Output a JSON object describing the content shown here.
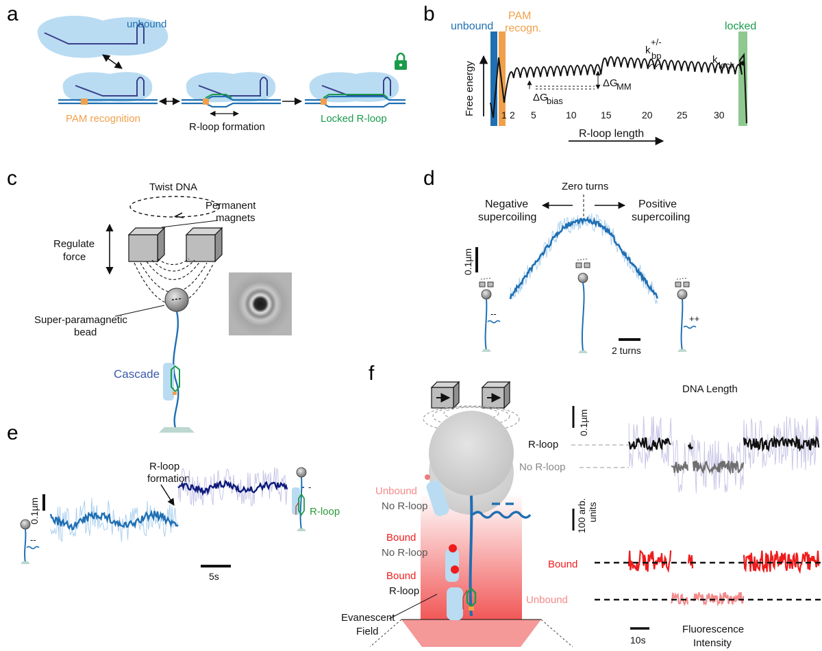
{
  "panels": [
    "a",
    "b",
    "c",
    "d",
    "e",
    "f"
  ],
  "a": {
    "unbound": "unbound",
    "pam": "PAM recognition",
    "rloop": "R-loop formation",
    "locked": "Locked R-loop"
  },
  "b": {
    "unbound": "unbound",
    "pam_line1": "PAM",
    "pam_line2": "recogn.",
    "locked": "locked",
    "kbp_base": "k",
    "kbp_sub": "bp",
    "kbp_sup": "+/-",
    "klock_base": "k",
    "klock_sub": "lock",
    "dgmm_base": "ΔG",
    "dgmm_sub": "MM",
    "dgbias_base": "ΔG",
    "dgbias_sub": "bias",
    "ylabel": "Free energy",
    "xlabel": "R-loop length",
    "ticks": [
      "1",
      "2",
      "5",
      "10",
      "15",
      "20",
      "25",
      "30"
    ]
  },
  "c": {
    "twist": "Twist DNA",
    "magnets_1": "Permanent",
    "magnets_2": "magnets",
    "force_1": "Regulate",
    "force_2": "force",
    "bead_1": "Super-paramagnetic",
    "bead_2": "bead",
    "cascade": "Cascade"
  },
  "d": {
    "zero": "Zero turns",
    "neg_1": "Negative",
    "neg_2": "supercoiling",
    "pos_1": "Positive",
    "pos_2": "supercoiling",
    "scale_y": "0.1µm",
    "scale_x": "2 turns",
    "neg_mark": "--",
    "pos_mark": "++"
  },
  "e": {
    "annotation_1": "R-loop",
    "annotation_2": "formation",
    "scale_y": "0.1µm",
    "scale_x": "5s",
    "neg_mark": "--",
    "rloop_mark": "-",
    "rloop_label": "R-loop"
  },
  "f": {
    "states": [
      {
        "line1": "Unbound",
        "line2": "No R-loop"
      },
      {
        "line1": "Bound",
        "line2": "No R-loop"
      },
      {
        "line1": "Bound",
        "line2": "R-loop"
      }
    ],
    "field_1": "Evanescent",
    "field_2": "Field",
    "length_title": "DNA Length",
    "length_scale": "0.1µm",
    "rloop": "R-loop",
    "norloop": "No R-loop",
    "fluo_scale_1": "100 arb.",
    "fluo_scale_2": "units",
    "bound": "Bound",
    "unbound": "Unbound",
    "time_scale": "10s",
    "fluo_1": "Fluorescence",
    "fluo_2": "Intensity"
  },
  "colors": {
    "dna": "#1f6fb2",
    "cloud": "#b9dcf2",
    "pam": "#f0a04b",
    "locked": "#1a9b4b",
    "rloop_text": "#2b9a3a",
    "cascade": "#3a59a8",
    "trace_light": "#a9cfee",
    "trace_dark": "#1f6fb2",
    "navy": "#0d1a7a",
    "lavender": "#c5c3e8",
    "red": "#ee1c1c",
    "pink": "#f48a8a"
  }
}
